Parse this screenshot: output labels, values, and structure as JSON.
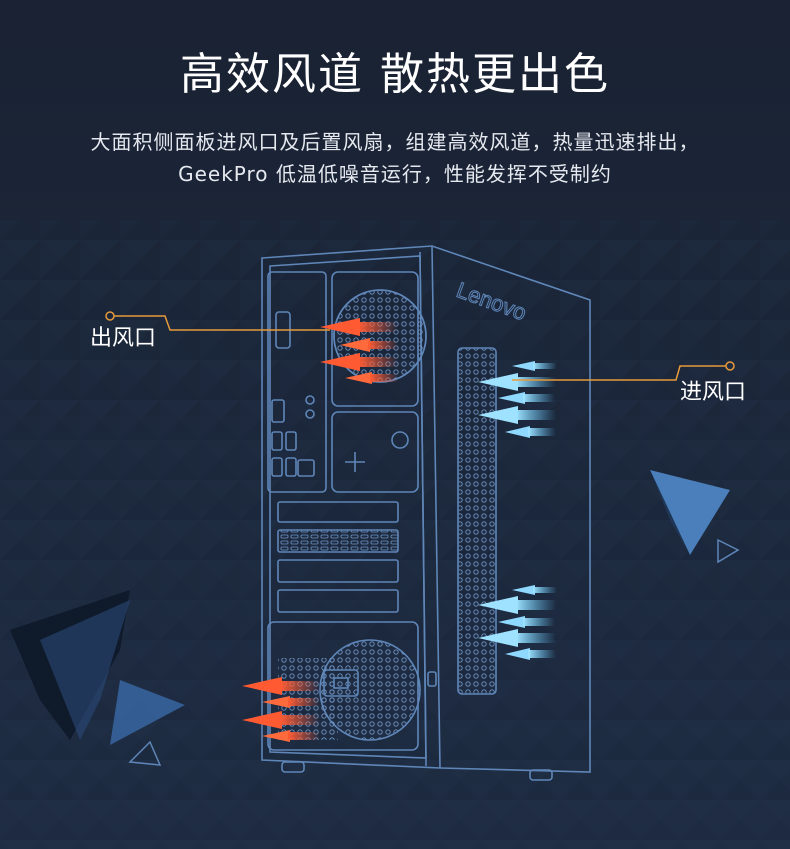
{
  "headline": "高效风道 散热更出色",
  "description": {
    "line1": "大面积侧面板进风口及后置风扇，组建高效风道，热量迅速排出，",
    "line2": "GeekPro 低温低噪音运行，性能发挥不受制约"
  },
  "callouts": {
    "outlet": "出风口",
    "inlet": "进风口"
  },
  "case_logo": "Lenovo",
  "colors": {
    "background": "#1b2638",
    "outline": "#5f86b8",
    "exhaust_arrow": "#ff5a32",
    "intake_arrow": "#5fc8ff",
    "callout_line": "#e79a3a"
  }
}
